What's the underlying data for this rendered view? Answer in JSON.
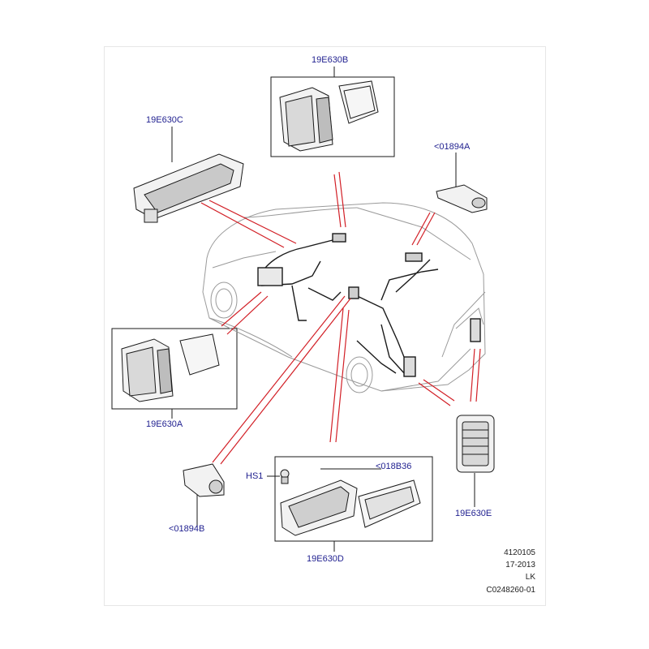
{
  "colors": {
    "callout_text": "#1f1f8f",
    "leader_line": "#d21f26",
    "outline": "#1a1a1a"
  },
  "labels": {
    "vent_b": "19E630B",
    "vent_c": "19E630C",
    "duct_a": "<01894A",
    "vent_a": "19E630A",
    "duct_b": "<01894B",
    "screw": "HS1",
    "bracket": "<018B36",
    "vent_d": "19E630D",
    "vent_e": "19E630E"
  },
  "reference": {
    "line1": "4120105",
    "line2": "17-2013",
    "line3": "LK",
    "line4": "C0248260-01"
  }
}
